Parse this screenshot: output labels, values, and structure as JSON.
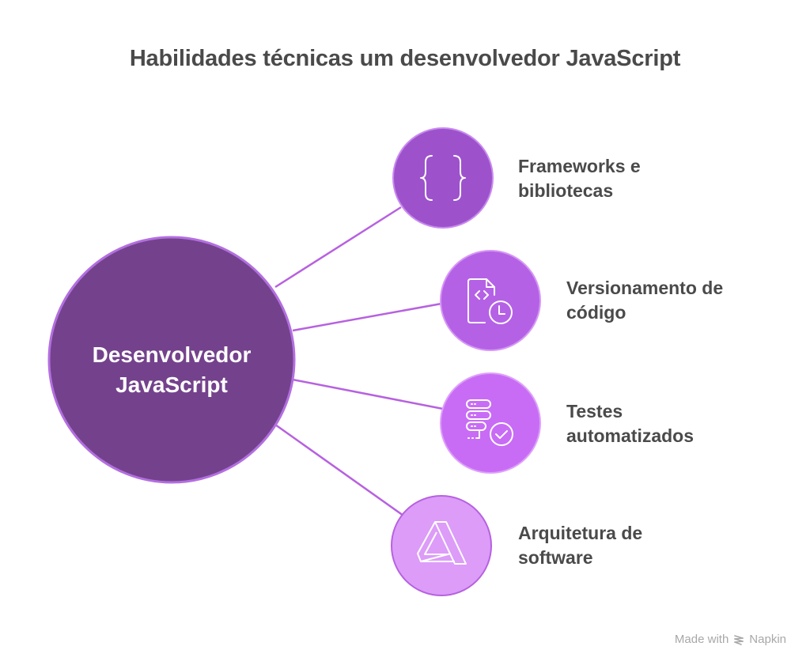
{
  "title": "Habilidades técnicas um desenvolvedor JavaScript",
  "center_node": {
    "line1": "Desenvolvedor",
    "line2": "JavaScript",
    "color": "#74428c",
    "border_color": "#b36fe0"
  },
  "nodes": [
    {
      "line1": "Frameworks e",
      "line2": "bibliotecas",
      "icon": "curly-braces-icon",
      "color": "#9d52cc"
    },
    {
      "line1": "Versionamento de",
      "line2": "código",
      "icon": "code-file-clock-icon",
      "color": "#b561e6"
    },
    {
      "line1": "Testes",
      "line2": "automatizados",
      "icon": "server-check-icon",
      "color": "#c86cf5"
    },
    {
      "line1": "Arquitetura de",
      "line2": "software",
      "icon": "architecture-a-icon",
      "color": "#dc9cf8"
    }
  ],
  "connector_color": "#b761e0",
  "footer": {
    "made_with": "Made with",
    "brand": "Napkin"
  }
}
